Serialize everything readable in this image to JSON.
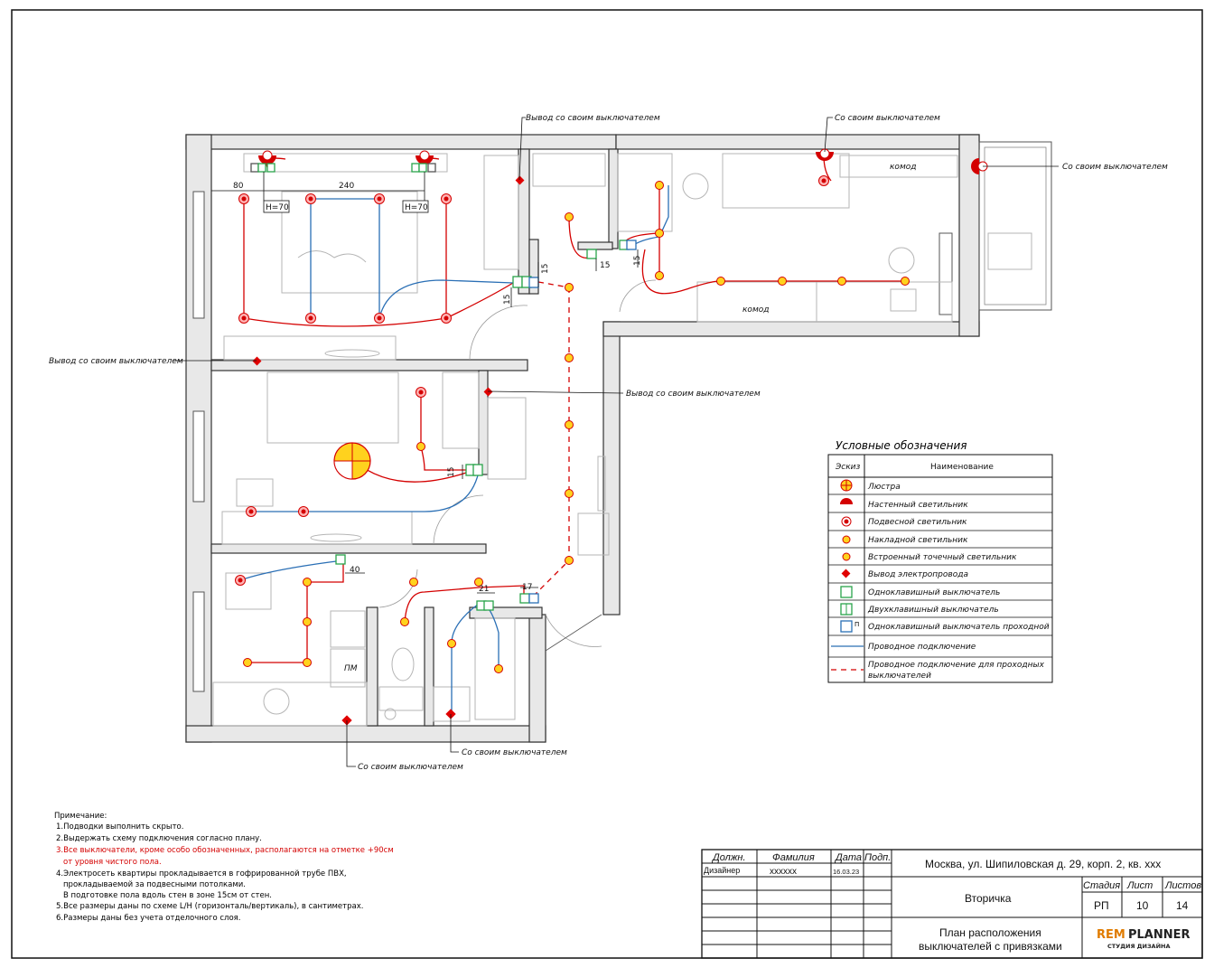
{
  "labels": {
    "out1": "Вывод со своим выключателем",
    "out2": "Со своим выключателем",
    "out3": "Со своим выключателем",
    "out4": "Вывод со своим выключателем",
    "out5": "Вывод со своим выключателем",
    "out6": "Со своим выключателем",
    "out7": "Со своим выключателем"
  },
  "dims": {
    "d80": "80",
    "d240": "240",
    "h70a": "H=70",
    "h70b": "H=70",
    "d15a": "15",
    "d15b": "15",
    "d15c": "15",
    "d15d": "15",
    "d15e": "15",
    "d40": "40",
    "d17": "17",
    "d21": "21",
    "komod1": "комод",
    "komod2": "комод",
    "pm": "ПМ"
  },
  "legend": {
    "title": "Условные обозначения",
    "head_sketch": "Эскиз",
    "head_name": "Наименование",
    "items": [
      "Люстра",
      "Настенный светильник",
      "Подвесной светильник",
      "Накладной светильник",
      "Встроенный точечный светильник",
      "Вывод электропровода",
      "Одноклавишный выключатель",
      "Двухклавишный выключатель",
      "Одноклавишный выключатель проходной",
      "Проводное подключение",
      "Проводное подключение для проходных",
      "выключателей"
    ],
    "pass_mark": "П"
  },
  "notes": {
    "title": "Примечание:",
    "lines": [
      "1.Подводки выполнить скрыто.",
      "2.Выдержать схему подключения согласно плану.",
      "3.Все выключатели, кроме особо обозначенных, располагаются на отметке +90см",
      "от уровня чистого пола.",
      "4.Электросеть квартиры прокладывается в гофрированной трубе ПВХ,",
      "прокладываемой за подвесными потолками.",
      "В подготовке пола вдоль стен в зоне 15см от стен.",
      "5.Все размеры даны по схеме L/H  (горизонталь/вертикаль), в сантиметрах.",
      "6.Размеры даны без учета отделочного слоя."
    ]
  },
  "titleblock": {
    "h_dolzhn": "Должн.",
    "h_fam": "Фамилия",
    "h_data": "Дата",
    "h_podp": "Подп.",
    "role": "Дизайнер",
    "name": "хххххх",
    "date": "16.03.23",
    "address": "Москва, ул. Шипиловская д. 29, корп. 2, кв. ххх",
    "project": "Вторичка",
    "h_stage": "Стадия",
    "h_sheet": "Лист",
    "h_sheets": "Листов",
    "stage": "РП",
    "sheet": "10",
    "sheets": "14",
    "drawing_title_1": "План расположения",
    "drawing_title_2": "выключателей с привязками",
    "brand_1": "REM",
    "brand_2": "PLANNER",
    "brand_sub": "СТУДИЯ ДИЗАЙНА"
  },
  "colors": {
    "wire_red": "#d40000",
    "wire_blue": "#2a6fb5",
    "spot": "#ffd21e"
  }
}
